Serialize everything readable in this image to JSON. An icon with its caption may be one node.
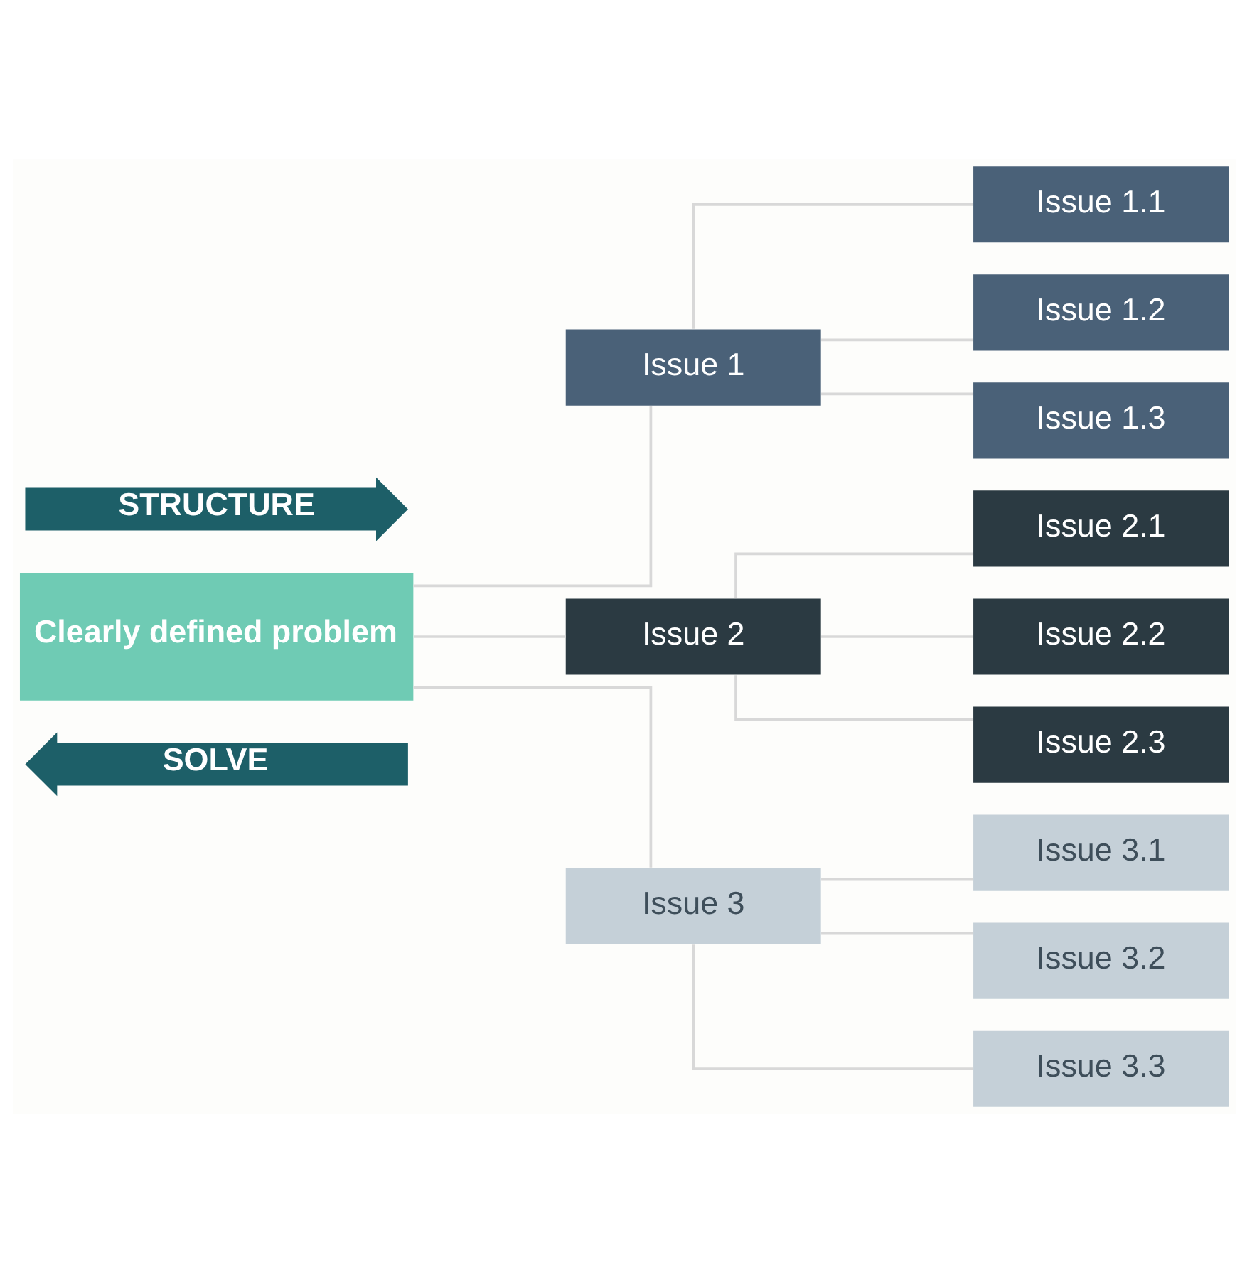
{
  "diagram": {
    "nodes": [
      {
        "text": [
          "Clearly defined problem"
        ]
      },
      {
        "text": [
          "Issue 1"
        ]
      },
      {
        "text": [
          "Issue 2"
        ]
      },
      {
        "text": [
          "Issue 3"
        ]
      },
      {
        "text": [
          "Issue 1.1"
        ]
      },
      {
        "text": [
          "Issue 1.2"
        ]
      },
      {
        "text": [
          "Issue 1.3"
        ]
      },
      {
        "text": [
          "Issue 2.1"
        ]
      },
      {
        "text": [
          "Issue 2.2"
        ]
      },
      {
        "text": [
          "Issue 2.3"
        ]
      },
      {
        "text": [
          "Issue 3.1"
        ]
      },
      {
        "text": [
          "Issue 3.2"
        ]
      },
      {
        "text": [
          "Issue 3.3"
        ]
      }
    ],
    "edges": [
      {
        "from": 0,
        "to": 1,
        "arrow": "none"
      },
      {
        "from": 0,
        "to": 2,
        "arrow": "none"
      },
      {
        "from": 0,
        "to": 3,
        "arrow": "none"
      },
      {
        "from": 1,
        "to": 4,
        "arrow": "none"
      },
      {
        "from": 1,
        "to": 5,
        "arrow": "none"
      },
      {
        "from": 1,
        "to": 6,
        "arrow": "none"
      },
      {
        "from": 2,
        "to": 7,
        "arrow": "none"
      },
      {
        "from": 2,
        "to": 8,
        "arrow": "none"
      },
      {
        "from": 2,
        "to": 9,
        "arrow": "none"
      },
      {
        "from": 3,
        "to": 10,
        "arrow": "none"
      },
      {
        "from": 3,
        "to": 11,
        "arrow": "none"
      },
      {
        "from": 3,
        "to": 12,
        "arrow": "none"
      }
    ],
    "labels": [
      "STRUCTURE",
      "SOLVE"
    ]
  }
}
